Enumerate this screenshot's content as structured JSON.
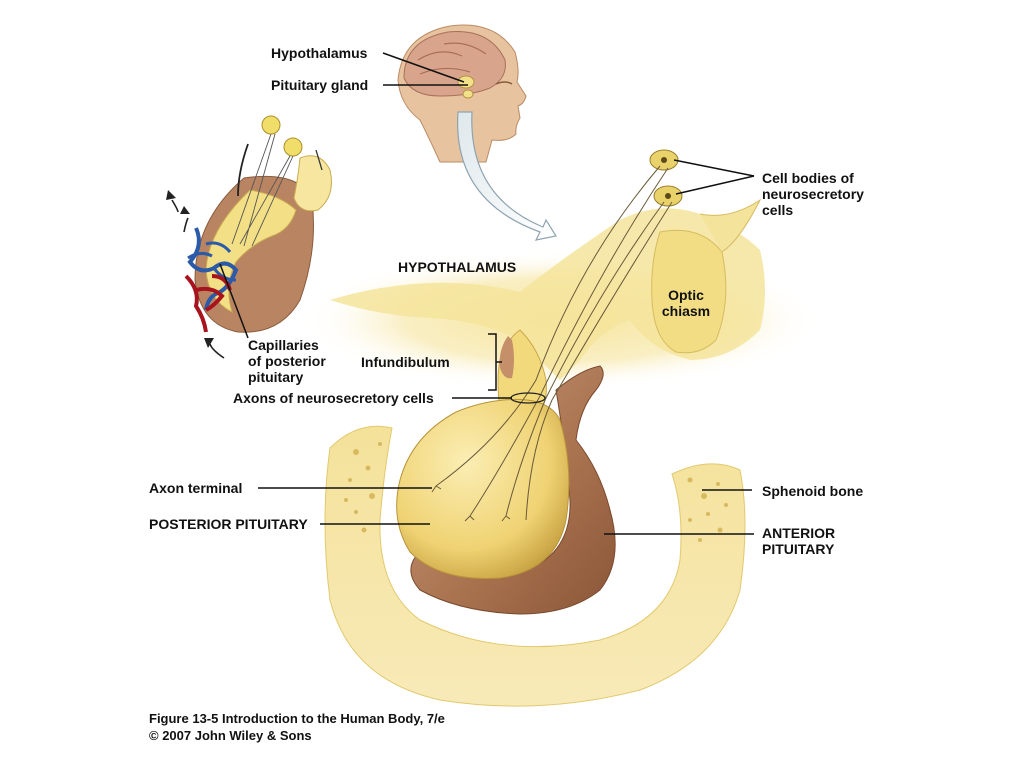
{
  "labels": {
    "hypothalamus_small": "Hypothalamus",
    "pituitary_gland": "Pituitary gland",
    "cell_bodies": [
      "Cell bodies of",
      "neurosecretory",
      "cells"
    ],
    "hypothalamus_main": "HYPOTHALAMUS",
    "optic_chiasm": [
      "Optic",
      "chiasm"
    ],
    "capillaries": [
      "Capillaries",
      "of posterior",
      "pituitary"
    ],
    "infundibulum": "Infundibulum",
    "axons": "Axons of neurosecretory cells",
    "axon_terminal": "Axon terminal",
    "sphenoid_bone": "Sphenoid bone",
    "posterior_pituitary": "POSTERIOR PITUITARY",
    "anterior_pituitary": [
      "ANTERIOR",
      "PITUITARY"
    ]
  },
  "caption": {
    "line1": "Figure 13-5  Introduction to the Human Body, 7/e",
    "line2": "© 2007 John Wiley & Sons"
  },
  "colors": {
    "tissue_yellow": "#f3e08a",
    "tissue_brown": "#b88463",
    "bone": "#f2dc8a",
    "vein_blue": "#2a5aa8",
    "artery_red": "#a8141e"
  }
}
